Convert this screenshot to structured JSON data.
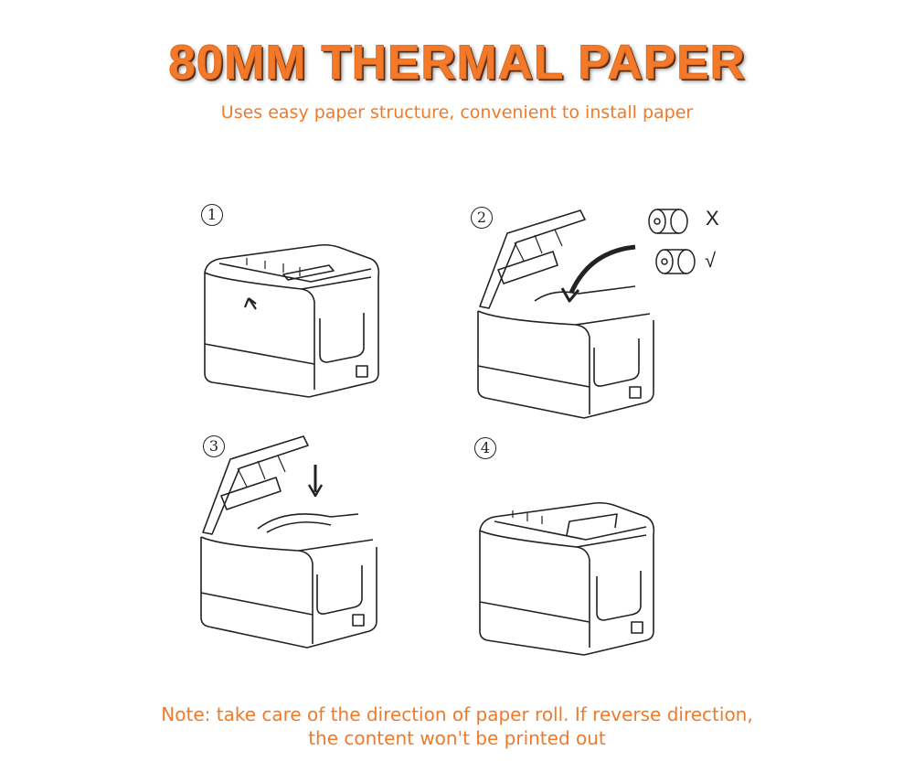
{
  "header": {
    "title": "80MM THERMAL PAPER",
    "subtitle": "Uses easy paper structure, convenient to install paper"
  },
  "steps": [
    {
      "number": "1"
    },
    {
      "number": "2"
    },
    {
      "number": "3"
    },
    {
      "number": "4"
    }
  ],
  "roll_options": {
    "wrong_mark": "X",
    "right_mark": "√"
  },
  "note": {
    "line1": "Note: take care of the direction of paper roll. If reverse direction,",
    "line2": "the content won't be printed out"
  },
  "colors": {
    "accent": "#f37a2a",
    "line_art": "#222222"
  }
}
